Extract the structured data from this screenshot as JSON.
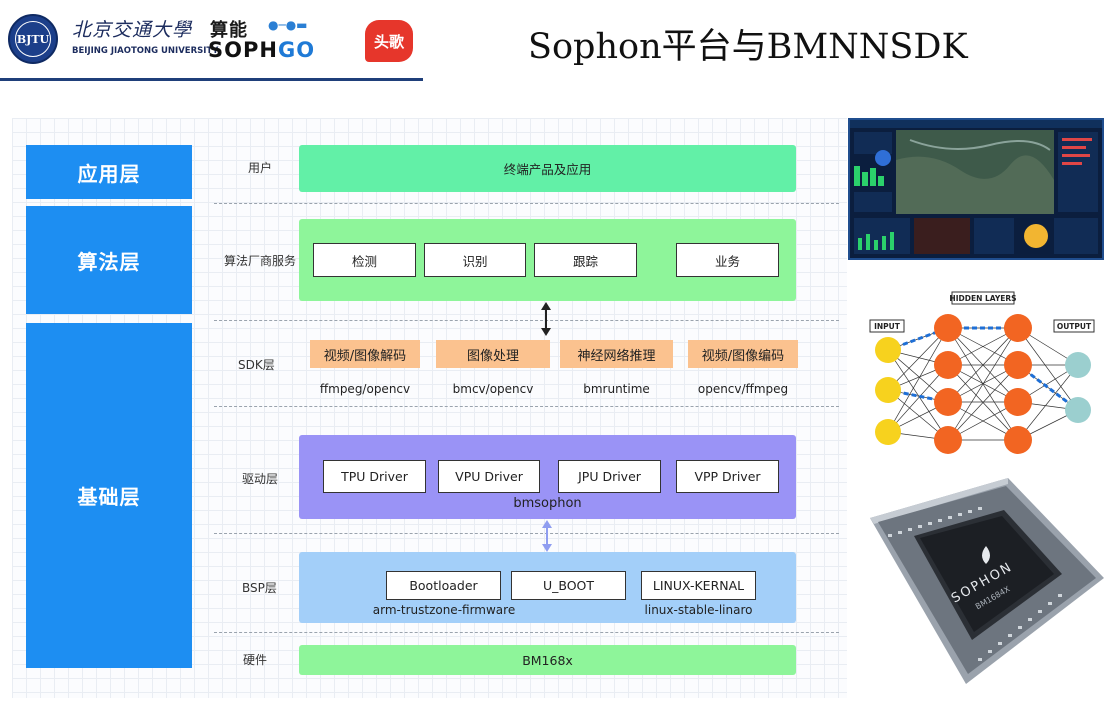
{
  "header": {
    "title": "Sophon平台与BMNNSDK",
    "bjtu_cn": "北京交通大學",
    "bjtu_en": "BEIJING JIAOTONG UNIVERSITY",
    "sophgo_cn": "算能",
    "sophgo_en_a": "SOPH",
    "sophgo_en_b": "GO",
    "toutiao": "头歌"
  },
  "layers": {
    "app": "应用层",
    "algo": "算法层",
    "base": "基础层"
  },
  "rows": {
    "user": {
      "label": "用户",
      "panel": "终端产品及应用"
    },
    "vendor": {
      "label": "算法厂商服务",
      "boxes": [
        "检测",
        "识别",
        "跟踪",
        "业务"
      ]
    },
    "sdk": {
      "label": "SDK层",
      "boxes": [
        "视频/图像解码",
        "图像处理",
        "神经网络推理",
        "视频/图像编码"
      ],
      "subs": [
        "ffmpeg/opencv",
        "bmcv/opencv",
        "bmruntime",
        "opencv/ffmpeg"
      ]
    },
    "driver": {
      "label": "驱动层",
      "boxes": [
        "TPU Driver",
        "VPU Driver",
        "JPU Driver",
        "VPP Driver"
      ],
      "panel_text": "bmsophon"
    },
    "bsp": {
      "label": "BSP层",
      "boxes": [
        "Bootloader",
        "U_BOOT",
        "LINUX-KERNAL"
      ],
      "subs": [
        "arm-trustzone-firmware",
        "linux-stable-linaro"
      ]
    },
    "hw": {
      "label": "硬件",
      "panel": "BM168x"
    }
  },
  "nn": {
    "hidden": "HIDDEN LAYERS",
    "input": "INPUT",
    "output": "OUTPUT"
  },
  "chip": {
    "brand": "SOPHON",
    "model": "BM1684X"
  },
  "colors": {
    "layer_blue": "#1d8ef2",
    "user_green": "#62f0a7",
    "vendor_green": "#8ef59a",
    "sdk_orange": "#fbc28f",
    "driver_purple": "#9a93f6",
    "bsp_blue": "#a3cff9",
    "hw_green": "#8ef59a"
  }
}
